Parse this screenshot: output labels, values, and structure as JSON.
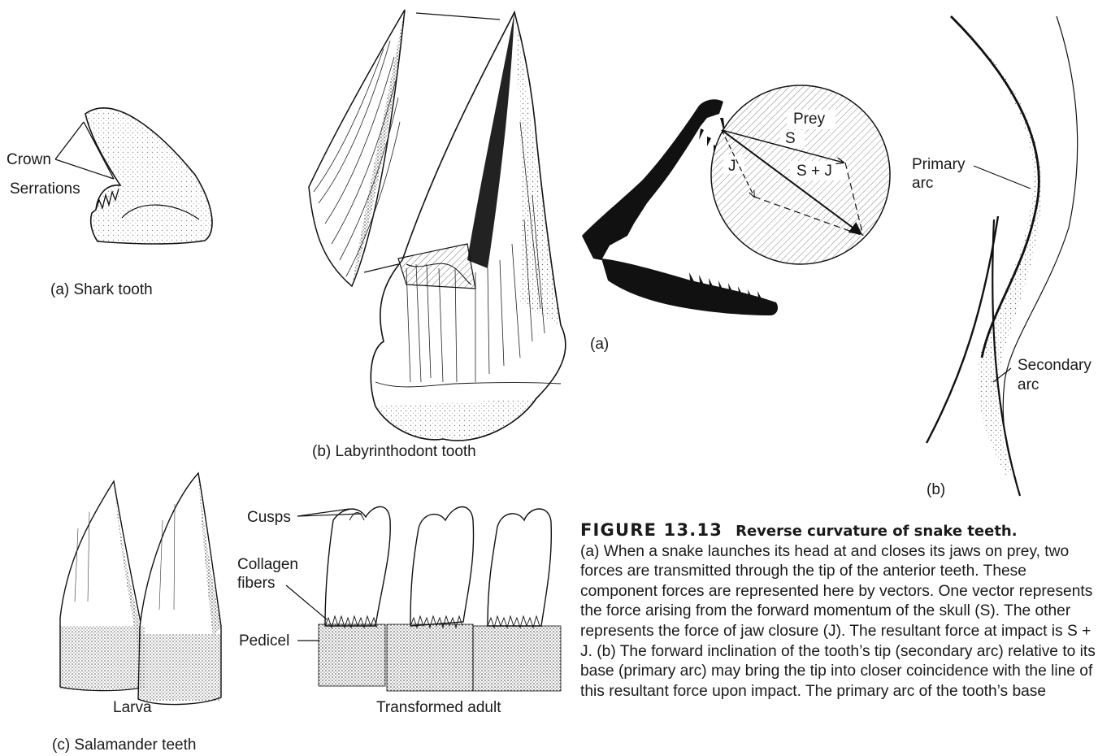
{
  "shark": {
    "crown": "Crown",
    "serrations": "Serrations",
    "caption": "(a) Shark tooth"
  },
  "labyrinthodont": {
    "caption": "(b) Labyrinthodont tooth"
  },
  "salamander": {
    "cusps": "Cusps",
    "collagen": "Collagen",
    "fibers": "fibers",
    "pedicel": "Pedicel",
    "larva": "Larva",
    "adult": "Transformed adult",
    "caption": "(c) Salamander teeth"
  },
  "snake_a": {
    "prey": "Prey",
    "s": "S",
    "j": "J",
    "sj": "S + J",
    "caption": "(a)"
  },
  "snake_b": {
    "primary1": "Primary",
    "primary2": "arc",
    "secondary1": "Secondary",
    "secondary2": "arc",
    "caption": "(b)"
  },
  "figure": {
    "number": "FIGURE 13.13",
    "title": "Reverse curvature of snake teeth.",
    "text": "(a) When a snake launches its head at and closes its jaws on prey, two forces are transmitted through the tip of the anterior teeth. These component forces are represented here by vectors. One vector represents the force arising from the forward momentum of the skull (S). The other represents the force of jaw closure (J). The resultant force at impact is S + J. (b) The forward inclination of the tooth’s tip (secondary arc) relative to its base (primary arc) may bring the tip into closer coincidence with the line of this resultant force upon impact. The primary arc of the tooth’s base"
  }
}
